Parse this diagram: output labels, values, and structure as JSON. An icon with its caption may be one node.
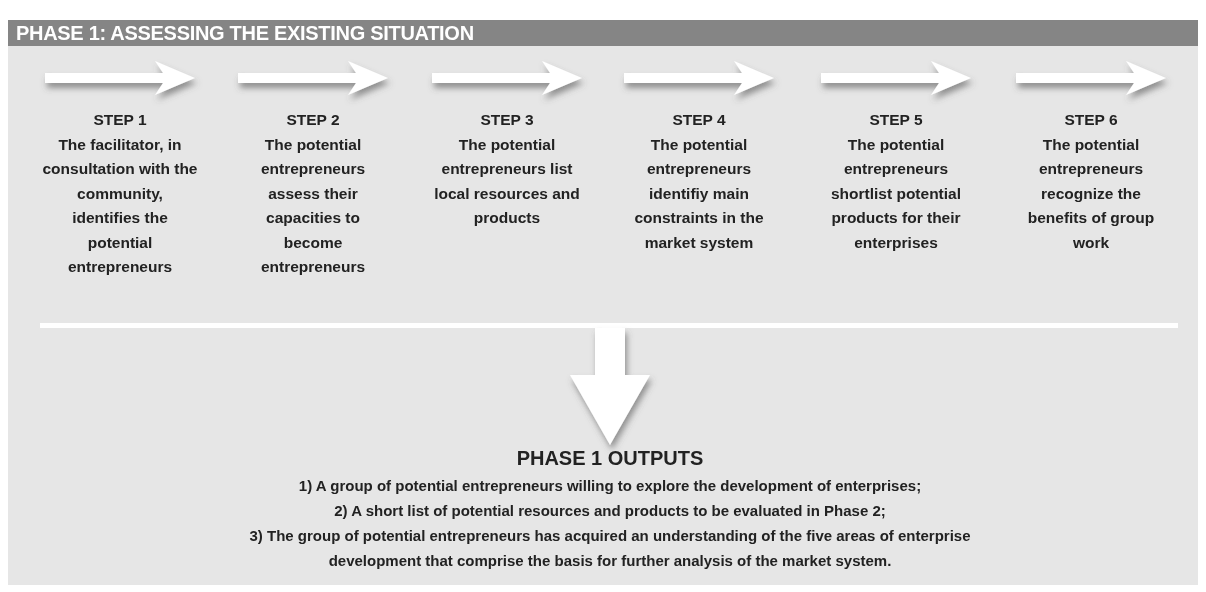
{
  "diagram": {
    "nodes": [
      {
        "text": [
          "PHASE 1: ASSESSING THE EXISTING SITUATION"
        ]
      },
      {
        "text": [
          "STEP 1",
          "The facilitator, in consultation with the community, identifies the potential entrepreneurs"
        ],
        "in": 0
      },
      {
        "text": [
          "STEP 2",
          "The potential entrepreneurs assess their capacities to become entrepreneurs"
        ],
        "in": 0
      },
      {
        "text": [
          "STEP 3",
          "The potential entrepreneurs list local resources and products"
        ],
        "in": 0
      },
      {
        "text": [
          "STEP 4",
          "The potential entrepreneurs identifiy main constraints in the market system"
        ],
        "in": 0
      },
      {
        "text": [
          "STEP 5",
          "The potential entrepreneurs shortlist potential products for their enterprises"
        ],
        "in": 0
      },
      {
        "text": [
          "STEP 6",
          "The potential entrepreneurs recognize the benefits of group work"
        ],
        "in": 0
      },
      {
        "text": [
          "PHASE 1 OUTPUTS",
          "1) A group of potential entrepreneurs willing to explore the development of enterprises;",
          "2) A short list of potential resources and products to be evaluated in Phase 2;",
          "3) The group of potential entrepreneurs has acquired an understanding of the five areas of enterprise development that comprise the basis for further analysis of the market system."
        ],
        "in": 0
      }
    ],
    "edges": [
      {
        "from": null,
        "to": 7,
        "arrow": "to"
      }
    ]
  }
}
